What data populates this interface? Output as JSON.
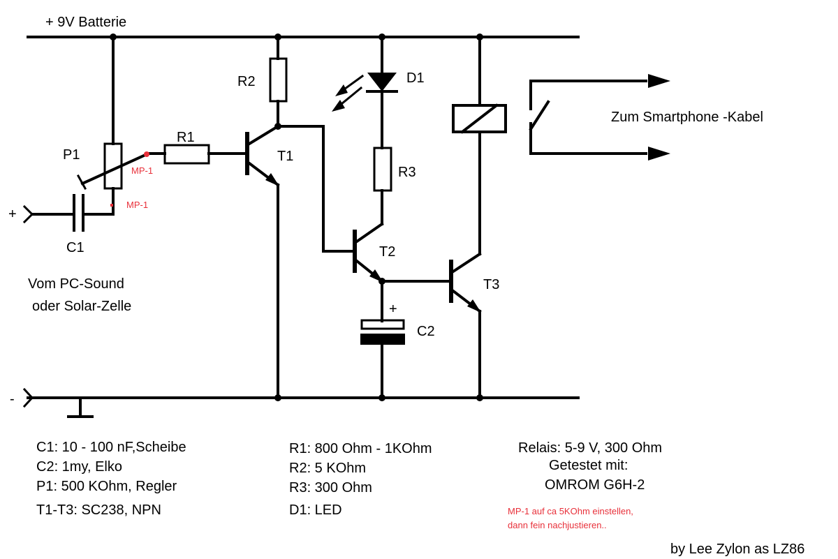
{
  "colors": {
    "wire": "#000000",
    "annotation": "#e8303a",
    "background": "#ffffff"
  },
  "labels": {
    "supply": "+ 9V  Batterie",
    "plus_terminal": "+",
    "minus_terminal": "-",
    "c2_polarity": "+",
    "output": "Zum Smartphone -Kabel",
    "source_line1": "Vom PC-Sound",
    "source_line2": "oder Solar-Zelle",
    "credit": "by Lee Zylon as LZ86"
  },
  "components": {
    "P1": "P1",
    "R1": "R1",
    "R2": "R2",
    "R3": "R3",
    "C1": "C1",
    "C2": "C2",
    "D1": "D1",
    "T1": "T1",
    "T2": "T2",
    "T3": "T3"
  },
  "measure_points": {
    "mp_wiper": "MP-1",
    "mp_end": "MP-1"
  },
  "parts_list": {
    "col1": [
      "C1: 10 - 100 nF,Scheibe",
      "C2: 1my, Elko",
      "P1: 500 KOhm, Regler",
      "T1-T3: SC238, NPN"
    ],
    "col2": [
      "R1: 800 Ohm - 1KOhm",
      "R2: 5 KOhm",
      "R3: 300 Ohm",
      "D1: LED"
    ],
    "relay": [
      "Relais: 5-9 V, 300 Ohm",
      "Getestet mit:",
      "OMROM G6H-2"
    ]
  },
  "note": [
    "MP-1 auf ca 5KOhm einstellen,",
    "dann fein nachjustieren.."
  ]
}
